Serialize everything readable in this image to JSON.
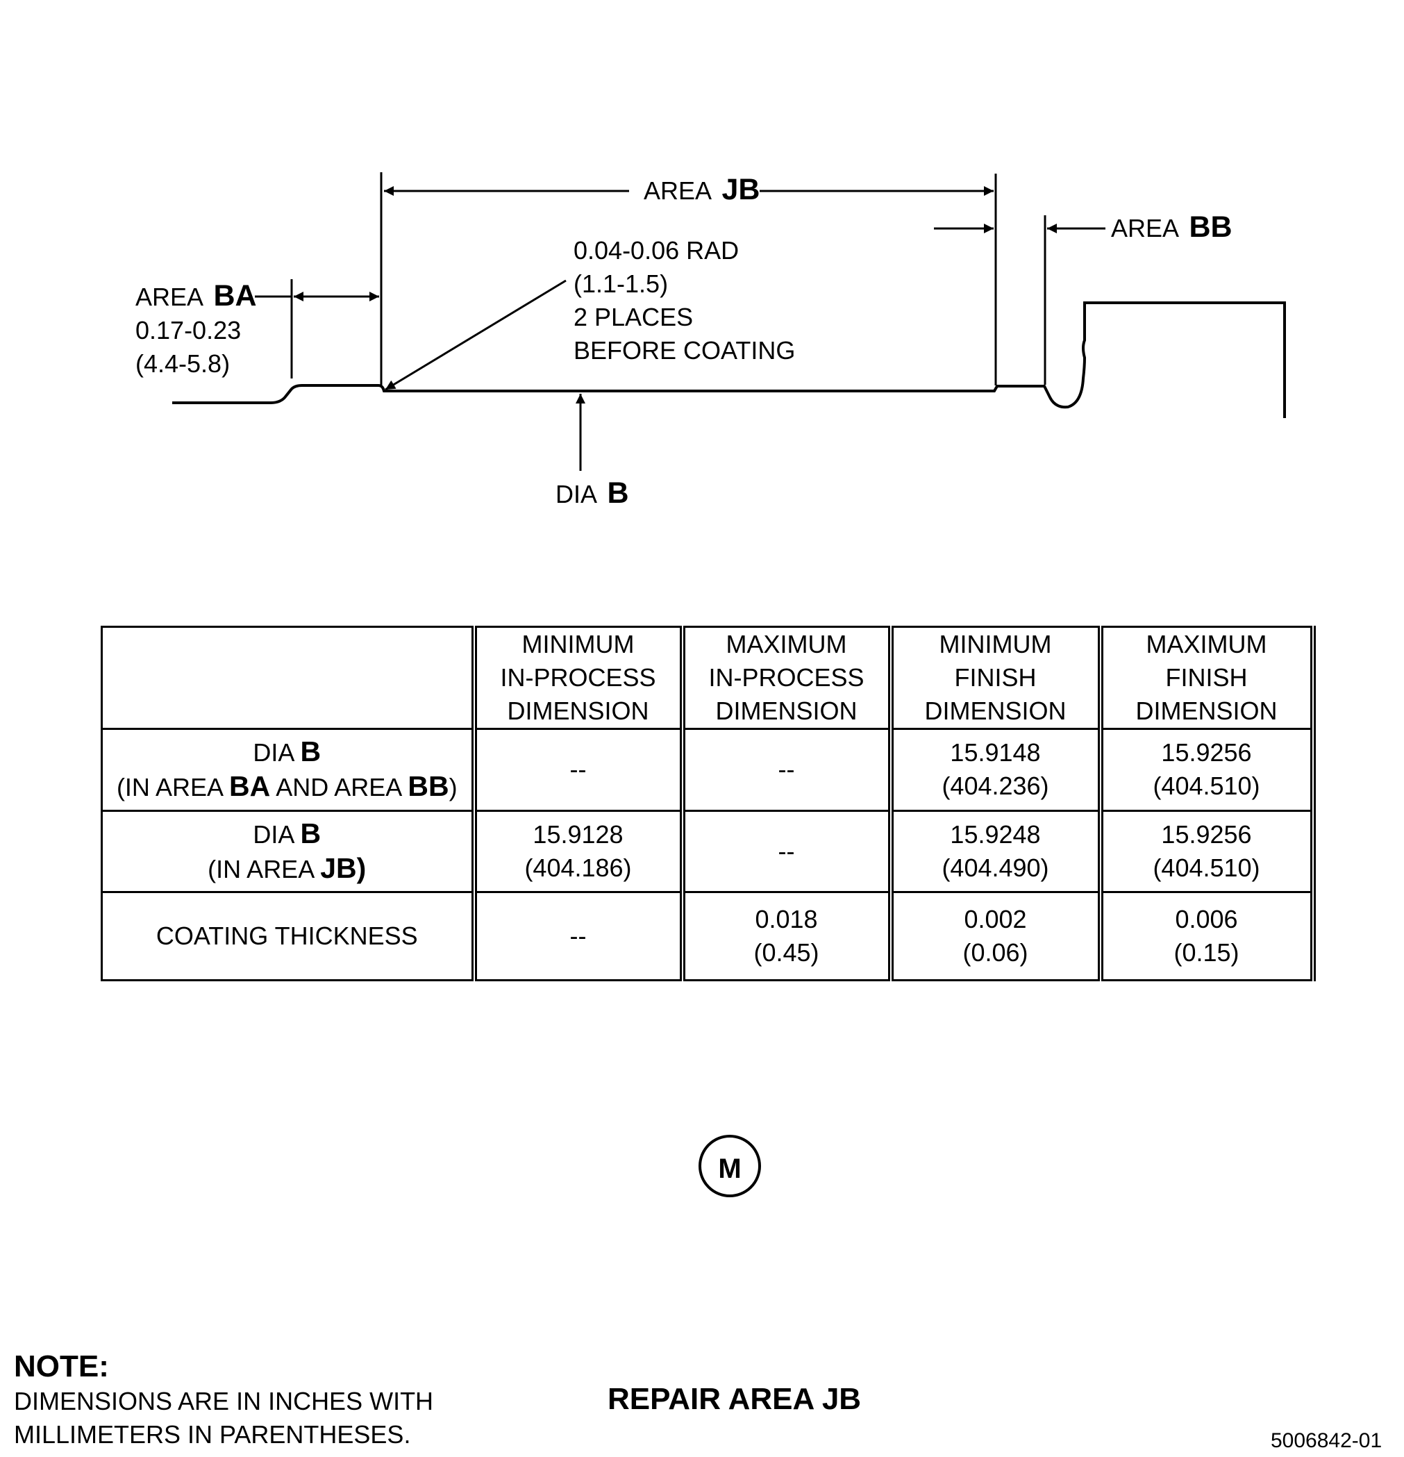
{
  "diagram": {
    "area_jb": {
      "prefix": "AREA",
      "letters": "JB"
    },
    "area_bb": {
      "prefix": "AREA",
      "letters": "BB"
    },
    "area_ba": {
      "prefix": "AREA",
      "letters": "BA",
      "dim_in": "0.17-0.23",
      "dim_mm": "(4.4-5.8)"
    },
    "radius_note": {
      "line1": "0.04-0.06 RAD",
      "line2": "(1.1-1.5)",
      "line3": "2 PLACES",
      "line4": "BEFORE COATING"
    },
    "dia_b": {
      "prefix": "DIA",
      "letter": "B"
    }
  },
  "table": {
    "headers": [
      [
        "MINIMUM",
        "IN-PROCESS",
        "DIMENSION"
      ],
      [
        "MAXIMUM",
        "IN-PROCESS",
        "DIMENSION"
      ],
      [
        "MINIMUM",
        "FINISH",
        "DIMENSION"
      ],
      [
        "MAXIMUM",
        "FINISH",
        "DIMENSION"
      ]
    ],
    "rows": [
      {
        "label": {
          "line1_prefix": "DIA",
          "line1_bold": "B",
          "l2_a": "(IN AREA",
          "l2_b": "BA",
          "l2_c": "AND AREA",
          "l2_d": "BB",
          "l2_e": ")"
        },
        "cells": [
          [
            "--"
          ],
          [
            "--"
          ],
          [
            "15.9148",
            "(404.236)"
          ],
          [
            "15.9256",
            "(404.510)"
          ]
        ]
      },
      {
        "label": {
          "line1_prefix": "DIA",
          "line1_bold": "B",
          "l2_a": "(IN AREA",
          "l2_b": "JB)"
        },
        "cells": [
          [
            "15.9128",
            "(404.186)"
          ],
          [
            "--"
          ],
          [
            "15.9248",
            "(404.490)"
          ],
          [
            "15.9256",
            "(404.510)"
          ]
        ]
      },
      {
        "label": {
          "text": "COATING THICKNESS"
        },
        "cells": [
          [
            "--"
          ],
          [
            "0.018",
            "(0.45)"
          ],
          [
            "0.002",
            "(0.06)"
          ],
          [
            "0.006",
            "(0.15)"
          ]
        ]
      }
    ]
  },
  "sheet_ref": "M",
  "note": {
    "title": "NOTE:",
    "line1": "DIMENSIONS ARE IN INCHES WITH",
    "line2": "MILLIMETERS IN PARENTHESES."
  },
  "figure_title": "REPAIR AREA JB",
  "figure_number": "5006842-01"
}
